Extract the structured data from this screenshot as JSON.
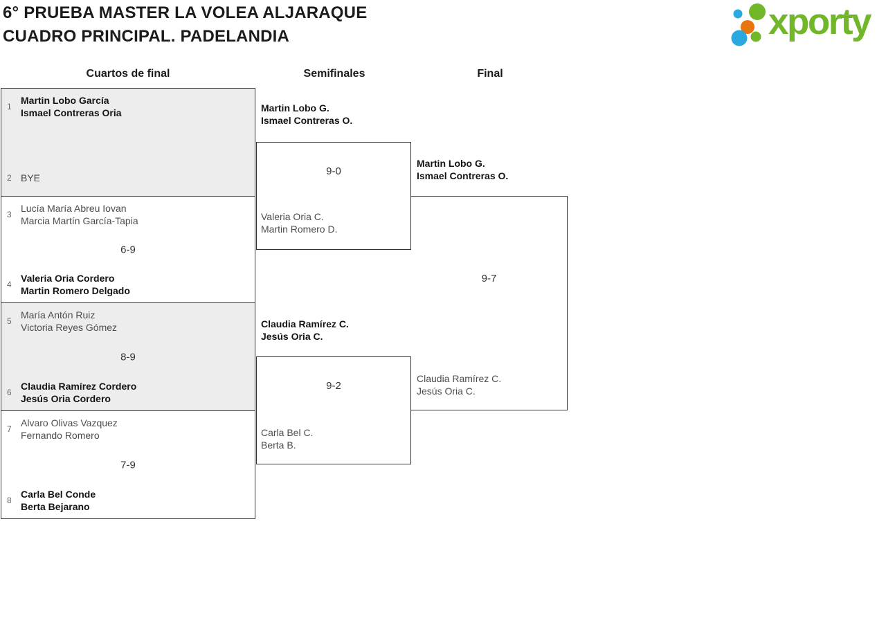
{
  "header": {
    "title_line1": "6° PRUEBA MASTER LA VOLEA ALJARAQUE",
    "title_line2": "CUADRO PRINCIPAL. PADELANDIA",
    "logo_text": "xporty"
  },
  "columns": {
    "quarterfinals": "Cuartos de final",
    "semifinals": "Semifinales",
    "final": "Final"
  },
  "colors": {
    "logo_green": "#72b72a",
    "logo_blue": "#2aa9e0",
    "logo_orange": "#e8750f",
    "block_gray_bg": "#ededed",
    "border": "#333333",
    "winner_text": "#141414",
    "loser_text": "#4d4d4d",
    "seed_text": "#666666"
  },
  "bracket": {
    "quarterfinals": [
      {
        "seed1": "1",
        "team1": [
          "Martin Lobo García",
          "Ismael Contreras Oria"
        ],
        "team1_style": "winner",
        "score": "",
        "seed2": "2",
        "team2": [
          "BYE"
        ],
        "team2_style": "bye"
      },
      {
        "seed1": "3",
        "team1": [
          "Lucía María Abreu Iovan",
          "Marcia Martín García-Tapia"
        ],
        "team1_style": "loser",
        "score": "6-9",
        "seed2": "4",
        "team2": [
          "Valeria Oria Cordero",
          "Martin Romero Delgado"
        ],
        "team2_style": "winner"
      },
      {
        "seed1": "5",
        "team1": [
          "María Antón Ruiz",
          "Victoria Reyes Gómez"
        ],
        "team1_style": "loser",
        "score": "8-9",
        "seed2": "6",
        "team2": [
          "Claudia Ramírez Cordero",
          "Jesús Oria Cordero"
        ],
        "team2_style": "winner"
      },
      {
        "seed1": "7",
        "team1": [
          "Alvaro Olivas Vazquez",
          "Fernando Romero"
        ],
        "team1_style": "loser",
        "score": "7-9",
        "seed2": "8",
        "team2": [
          "Carla Bel Conde",
          "Berta Bejarano"
        ],
        "team2_style": "winner"
      }
    ],
    "semifinals": [
      {
        "team1": [
          "Martin Lobo G.",
          "Ismael Contreras O."
        ],
        "team1_style": "winner",
        "score": "9-0",
        "team2": [
          "Valeria Oria C.",
          "Martin Romero D."
        ],
        "team2_style": "loser"
      },
      {
        "team1": [
          "Claudia Ramírez C.",
          "Jesús Oria C."
        ],
        "team1_style": "winner",
        "score": "9-2",
        "team2": [
          "Carla Bel C.",
          "Berta B."
        ],
        "team2_style": "loser"
      }
    ],
    "final": {
      "team1": [
        "Martin Lobo G.",
        "Ismael Contreras O."
      ],
      "team1_style": "winner",
      "score": "9-7",
      "team2": [
        "Claudia Ramírez C.",
        "Jesús Oria C."
      ],
      "team2_style": "loser"
    }
  }
}
